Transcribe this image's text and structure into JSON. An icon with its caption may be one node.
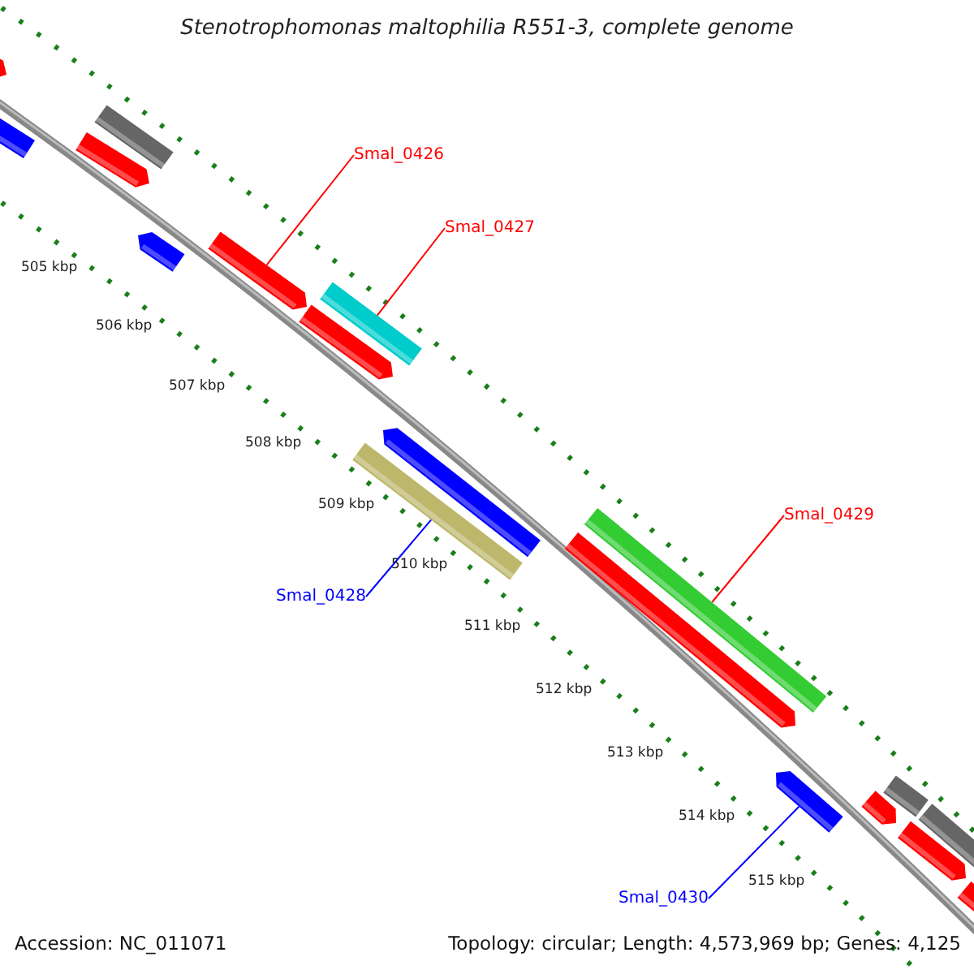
{
  "diagram": {
    "title": "Stenotrophomonas maltophilia R551-3, complete genome",
    "nodes": [
      {
        "text": [
          "Smal_0426"
        ]
      },
      {
        "text": [],
        "shape": "bar"
      },
      {
        "text": [
          "Smal_0427"
        ]
      },
      {
        "text": [],
        "shape": "bar"
      },
      {
        "text": [
          "Smal_0429"
        ]
      },
      {
        "text": [],
        "shape": "bar"
      },
      {
        "text": [
          "Smal_0428"
        ]
      },
      {
        "text": [],
        "shape": "bar"
      },
      {
        "text": [
          "Smal_0430"
        ]
      },
      {
        "text": [],
        "shape": "bar"
      }
    ],
    "edges": [
      {
        "from": 0,
        "to": 1,
        "arrow": "none"
      },
      {
        "from": 2,
        "to": 3,
        "arrow": "none"
      },
      {
        "from": 4,
        "to": 5,
        "arrow": "none"
      },
      {
        "from": 6,
        "to": 7,
        "arrow": "none",
        "color": "#0000ff"
      },
      {
        "from": 8,
        "to": 9,
        "arrow": "none",
        "color": "#0000ff"
      }
    ],
    "labels": [
      "505 kbp",
      "506 kbp",
      "507 kbp",
      "508 kbp",
      "509 kbp",
      "510 kbp",
      "511 kbp",
      "512 kbp",
      "513 kbp",
      "514 kbp",
      "515 kbp",
      "Accession: NC_011071",
      "Topology: circular; Length: 4,573,969 bp; Genes: 4,125"
    ]
  }
}
